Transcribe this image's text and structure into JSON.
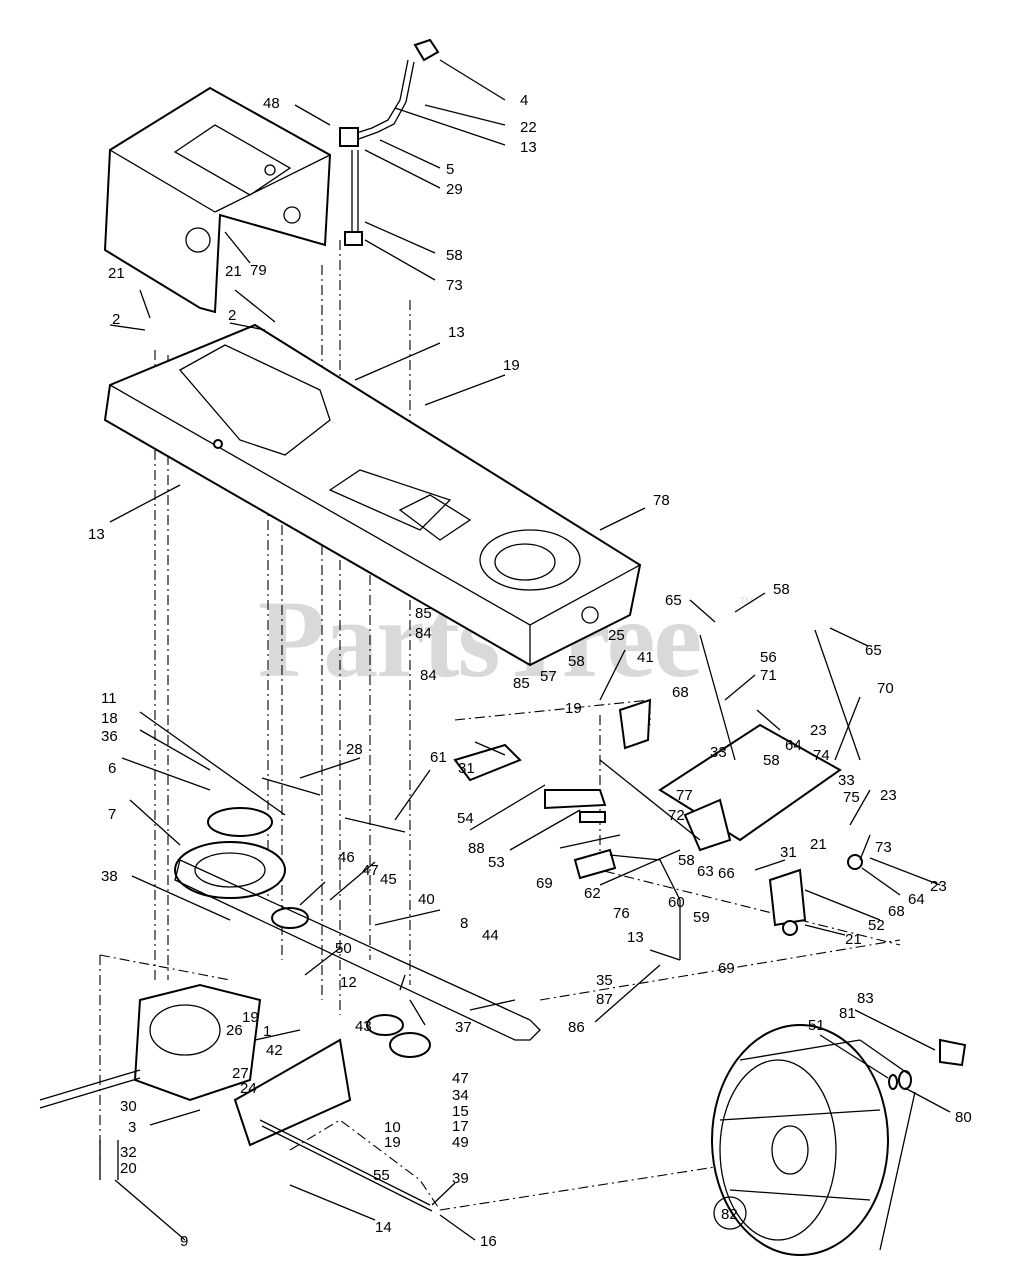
{
  "watermark": {
    "text": "PartsTree",
    "tm": "TM"
  },
  "callouts": [
    {
      "id": "c1",
      "text": "4"
    },
    {
      "id": "c2",
      "text": "22"
    },
    {
      "id": "c3",
      "text": "13"
    },
    {
      "id": "c4",
      "text": "48"
    },
    {
      "id": "c5",
      "text": "5"
    },
    {
      "id": "c6",
      "text": "29"
    },
    {
      "id": "c7",
      "text": "58"
    },
    {
      "id": "c8",
      "text": "79"
    },
    {
      "id": "c9",
      "text": "73"
    },
    {
      "id": "c10",
      "text": "21"
    },
    {
      "id": "c11",
      "text": "21"
    },
    {
      "id": "c12",
      "text": "2"
    },
    {
      "id": "c13",
      "text": "2"
    },
    {
      "id": "c14",
      "text": "13"
    },
    {
      "id": "c15",
      "text": "19"
    },
    {
      "id": "c16",
      "text": "13"
    },
    {
      "id": "c17",
      "text": "78"
    },
    {
      "id": "c18",
      "text": "85"
    },
    {
      "id": "c19",
      "text": "84"
    },
    {
      "id": "c20",
      "text": "65"
    },
    {
      "id": "c21",
      "text": "58"
    },
    {
      "id": "c22",
      "text": "25"
    },
    {
      "id": "c23",
      "text": "56"
    },
    {
      "id": "c24",
      "text": "65"
    },
    {
      "id": "c25",
      "text": "58"
    },
    {
      "id": "c26",
      "text": "41"
    },
    {
      "id": "c27",
      "text": "57"
    },
    {
      "id": "c28",
      "text": "85"
    },
    {
      "id": "c29",
      "text": "84"
    },
    {
      "id": "c30",
      "text": "71"
    },
    {
      "id": "c31",
      "text": "70"
    },
    {
      "id": "c32",
      "text": "11"
    },
    {
      "id": "c33",
      "text": "19"
    },
    {
      "id": "c34",
      "text": "68"
    },
    {
      "id": "c35",
      "text": "18"
    },
    {
      "id": "c36",
      "text": "36"
    },
    {
      "id": "c37",
      "text": "28"
    },
    {
      "id": "c38",
      "text": "61"
    },
    {
      "id": "c39",
      "text": "64"
    },
    {
      "id": "c40",
      "text": "23"
    },
    {
      "id": "c41",
      "text": "33"
    },
    {
      "id": "c42",
      "text": "58"
    },
    {
      "id": "c43",
      "text": "74"
    },
    {
      "id": "c44",
      "text": "6"
    },
    {
      "id": "c45",
      "text": "31"
    },
    {
      "id": "c46",
      "text": "54"
    },
    {
      "id": "c47",
      "text": "33"
    },
    {
      "id": "c48",
      "text": "75"
    },
    {
      "id": "c49",
      "text": "77"
    },
    {
      "id": "c50",
      "text": "72"
    },
    {
      "id": "c51",
      "text": "23"
    },
    {
      "id": "c52",
      "text": "7"
    },
    {
      "id": "c53",
      "text": "88"
    },
    {
      "id": "c54",
      "text": "53"
    },
    {
      "id": "c55",
      "text": "73"
    },
    {
      "id": "c56",
      "text": "46"
    },
    {
      "id": "c57",
      "text": "69"
    },
    {
      "id": "c58",
      "text": "58"
    },
    {
      "id": "c59",
      "text": "21"
    },
    {
      "id": "c60",
      "text": "31"
    },
    {
      "id": "c61",
      "text": "47"
    },
    {
      "id": "c62",
      "text": "23"
    },
    {
      "id": "c63",
      "text": "38"
    },
    {
      "id": "c64",
      "text": "45"
    },
    {
      "id": "c65",
      "text": "63"
    },
    {
      "id": "c66",
      "text": "66"
    },
    {
      "id": "c67",
      "text": "64"
    },
    {
      "id": "c68",
      "text": "62"
    },
    {
      "id": "c69",
      "text": "68"
    },
    {
      "id": "c70",
      "text": "40"
    },
    {
      "id": "c71",
      "text": "76"
    },
    {
      "id": "c72",
      "text": "60"
    },
    {
      "id": "c73",
      "text": "59"
    },
    {
      "id": "c74",
      "text": "52"
    },
    {
      "id": "c75",
      "text": "8"
    },
    {
      "id": "c76",
      "text": "50"
    },
    {
      "id": "c77",
      "text": "13"
    },
    {
      "id": "c78",
      "text": "21"
    },
    {
      "id": "c79",
      "text": "44"
    },
    {
      "id": "c80",
      "text": "69"
    },
    {
      "id": "c81",
      "text": "35"
    },
    {
      "id": "c82",
      "text": "87"
    },
    {
      "id": "c83",
      "text": "12"
    },
    {
      "id": "c84",
      "text": "37"
    },
    {
      "id": "c85",
      "text": "86"
    },
    {
      "id": "c86",
      "text": "43"
    },
    {
      "id": "c87",
      "text": "19"
    },
    {
      "id": "c88",
      "text": "26"
    },
    {
      "id": "c89",
      "text": "1"
    },
    {
      "id": "c90",
      "text": "42"
    },
    {
      "id": "c91",
      "text": "47"
    },
    {
      "id": "c92",
      "text": "27"
    },
    {
      "id": "c93",
      "text": "24"
    },
    {
      "id": "c94",
      "text": "34"
    },
    {
      "id": "c95",
      "text": "30"
    },
    {
      "id": "c96",
      "text": "15"
    },
    {
      "id": "c97",
      "text": "17"
    },
    {
      "id": "c98",
      "text": "3"
    },
    {
      "id": "c99",
      "text": "10"
    },
    {
      "id": "c100",
      "text": "32"
    },
    {
      "id": "c101",
      "text": "19"
    },
    {
      "id": "c102",
      "text": "20"
    },
    {
      "id": "c103",
      "text": "49"
    },
    {
      "id": "c104",
      "text": "55"
    },
    {
      "id": "c105",
      "text": "83"
    },
    {
      "id": "c106",
      "text": "81"
    },
    {
      "id": "c107",
      "text": "51"
    },
    {
      "id": "c108",
      "text": "80"
    },
    {
      "id": "c109",
      "text": "39"
    },
    {
      "id": "c110",
      "text": "14"
    },
    {
      "id": "c111",
      "text": "9"
    },
    {
      "id": "c112",
      "text": "16"
    },
    {
      "id": "c113",
      "text": "82"
    }
  ]
}
